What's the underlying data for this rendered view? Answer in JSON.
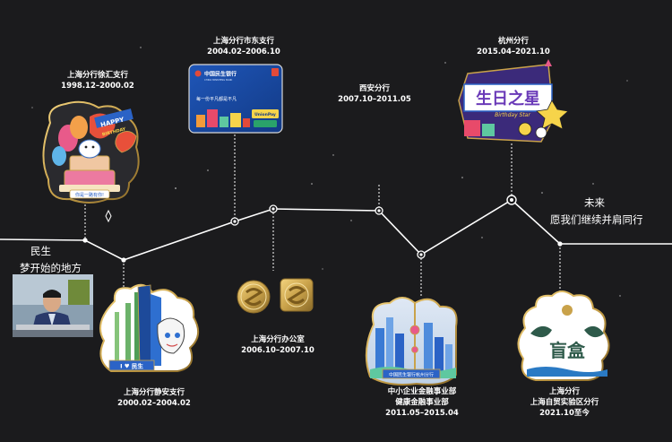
{
  "branches": [
    {
      "name": "上海分行徐汇支行",
      "period": "1998.12–2000.02"
    },
    {
      "name": "上海分行静安支行",
      "period": "2000.02–2004.02"
    },
    {
      "name": "上海分行市东支行",
      "period": "2004.02–2006.10"
    },
    {
      "name": "上海分行办公室",
      "period": "2006.10–2007.10"
    },
    {
      "name": "西安分行",
      "period": "2007.10–2011.05"
    },
    {
      "name": "中小企业金融事业部",
      "name2": "健康金融事业部",
      "period": "2011.05–2015.04"
    },
    {
      "name": "杭州分行",
      "period": "2015.04–2021.10"
    },
    {
      "name": "上海分行",
      "name2": "上海自贸实验区分行",
      "period": "2021.10至今"
    }
  ],
  "start_slogan": {
    "line1": "民生",
    "line2": "梦开始的地方"
  },
  "end_slogan": {
    "line1": "未来",
    "line2": "愿我们继续并肩同行"
  },
  "badges": {
    "cake_banner": "HAPPY",
    "cake_sub": "BIRTHDAY",
    "cake_ribbon": "你是一路有你!",
    "jingan_banner": "I ♥ 民生",
    "card_bank": "中国民生银行",
    "card_bank_en": "CHINA MINSHENG BANK",
    "card_slogan": "每一份平凡都是不凡",
    "card_brand": "UnionPay",
    "hangzhou_title": "生日之星",
    "hangzhou_sub": "Birthday Star",
    "sme_banner": "中国民生银行杭州分行",
    "ziyou_char": "盲盒"
  },
  "colors": {
    "background": "#1b1b1d",
    "gold": "#c9a24a",
    "line": "#ffffff"
  }
}
